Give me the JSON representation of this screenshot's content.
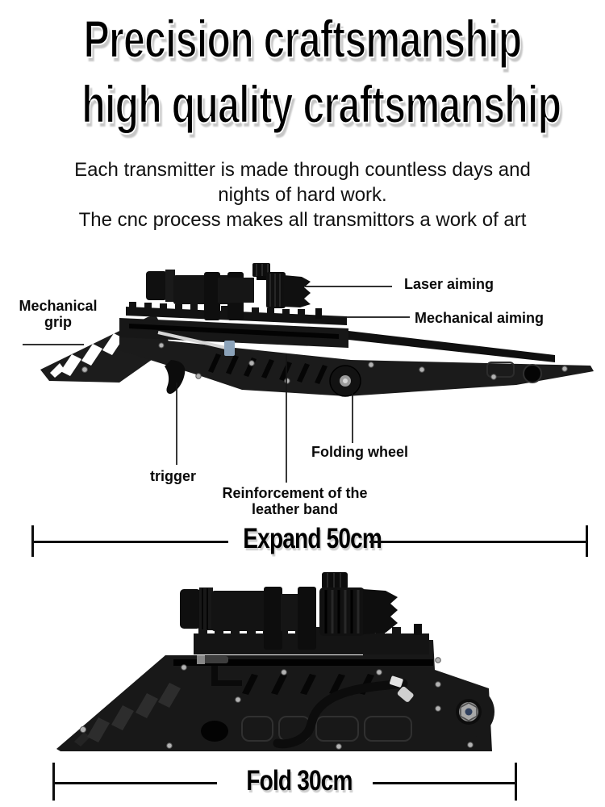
{
  "header": {
    "title_lines": [
      "Precision craftsmanship",
      "high quality craftsmanship"
    ],
    "subtitle_lines": [
      "Each transmitter is made through countless days and",
      "nights of hard work.",
      "The cnc process makes all transmittors a work of art"
    ]
  },
  "expanded_view": {
    "callouts": {
      "laser_aiming": "Laser aiming",
      "mechanical_aiming": "Mechanical aiming",
      "mechanical_grip_lines": [
        "Mechanical",
        "grip"
      ],
      "trigger": "trigger",
      "folding_wheel": "Folding wheel",
      "reinforcement_lines": [
        "Reinforcement of the",
        "leather band"
      ]
    },
    "dimension_label": "Expand 50cm"
  },
  "folded_view": {
    "dimension_label": "Fold 30cm"
  },
  "colors": {
    "background": "#ffffff",
    "text": "#000000",
    "device_body": "#1a1a1a",
    "device_dark": "#050505",
    "device_bevel": "#2d2d2d",
    "metal_accent": "#b3b3b3"
  }
}
